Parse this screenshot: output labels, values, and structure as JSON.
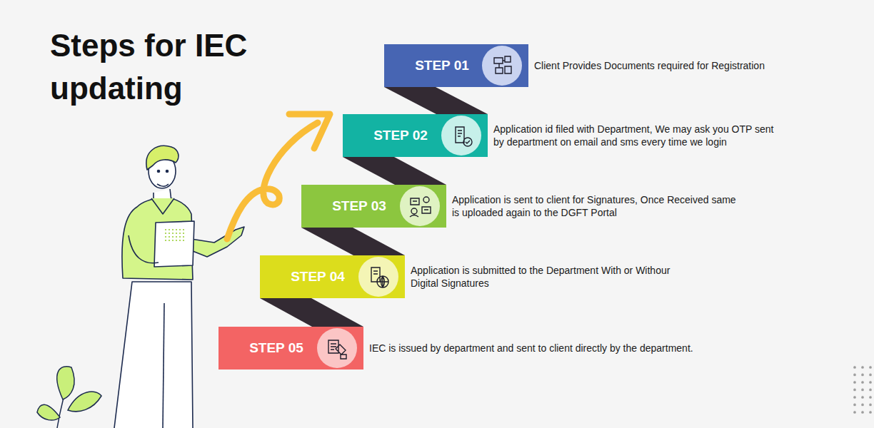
{
  "diagram": {
    "title": "Steps for IEC updating",
    "nodes": [
      {
        "text": [
          "STEP 01",
          "Client Provides Documents required for Registration"
        ]
      },
      {
        "text": [
          "STEP 02",
          "Application id filed with Department, We may ask you OTP sent by department on email and sms every time we login"
        ]
      },
      {
        "text": [
          "STEP 03",
          "Application is sent to client for Signatures, Once Received same is uploaded again to the DGFT Portal"
        ]
      },
      {
        "text": [
          "STEP 04",
          "Application is submitted to the Department With or Withour Digital Signatures"
        ]
      },
      {
        "text": [
          "STEP 05",
          "IEC is issued by department and sent to client directly by the department."
        ]
      }
    ],
    "edges": [
      {
        "from": 0,
        "to": 1,
        "arrow": "none"
      },
      {
        "from": 1,
        "to": 2,
        "arrow": "none"
      },
      {
        "from": 2,
        "to": 3,
        "arrow": "none"
      },
      {
        "from": 3,
        "to": 4,
        "arrow": "none"
      }
    ]
  }
}
